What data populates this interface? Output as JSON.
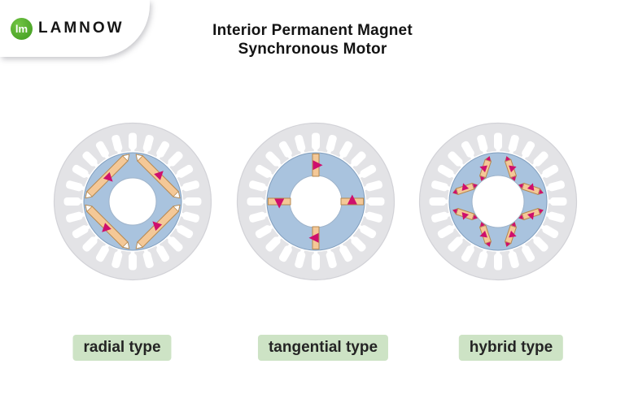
{
  "logo": {
    "brand": "LAMNOW",
    "monogram": "lm",
    "green": "#4ea62c"
  },
  "title": {
    "line1": "Interior Permanent Magnet",
    "line2": "Synchronous Motor"
  },
  "stator": {
    "slot_count": 24
  },
  "colors": {
    "background": "#ffffff",
    "stator_fill": "#e3e3e6",
    "stator_stroke": "#d2d2d7",
    "slot_fill": "#ffffff",
    "rotor_fill": "#a9c3de",
    "rotor_stroke": "#7f9dbd",
    "hole_stroke": "#9eb3ca",
    "magnet_fill": "#f4c897",
    "magnet_stroke": "#b6884f",
    "arrow_magenta": "#ce0f6d",
    "label_bg": "#cde3c5",
    "label_text": "#242424",
    "title_text": "#131313"
  },
  "motors": [
    {
      "id": "radial",
      "label": "radial type",
      "hole_radius": 29,
      "magnets": {
        "type": "radial",
        "count": 4,
        "poles": [
          {
            "position": "NE",
            "direction": "outward"
          },
          {
            "position": "SE",
            "direction": "inward"
          },
          {
            "position": "SW",
            "direction": "outward"
          },
          {
            "position": "NW",
            "direction": "inward"
          }
        ]
      }
    },
    {
      "id": "tangential",
      "label": "tangential type",
      "hole_radius": 32,
      "magnets": {
        "type": "tangential",
        "count": 4,
        "poles": [
          {
            "position": "top",
            "arrow": "right"
          },
          {
            "position": "right",
            "arrow": "up"
          },
          {
            "position": "bottom",
            "arrow": "left"
          },
          {
            "position": "left",
            "arrow": "down"
          }
        ]
      }
    },
    {
      "id": "hybrid",
      "label": "hybrid type",
      "hole_radius": 32,
      "magnets": {
        "type": "v_shape",
        "count": 8,
        "pairs": [
          {
            "opening": "NE"
          },
          {
            "opening": "SE"
          },
          {
            "opening": "SW"
          },
          {
            "opening": "NW"
          }
        ]
      }
    }
  ]
}
